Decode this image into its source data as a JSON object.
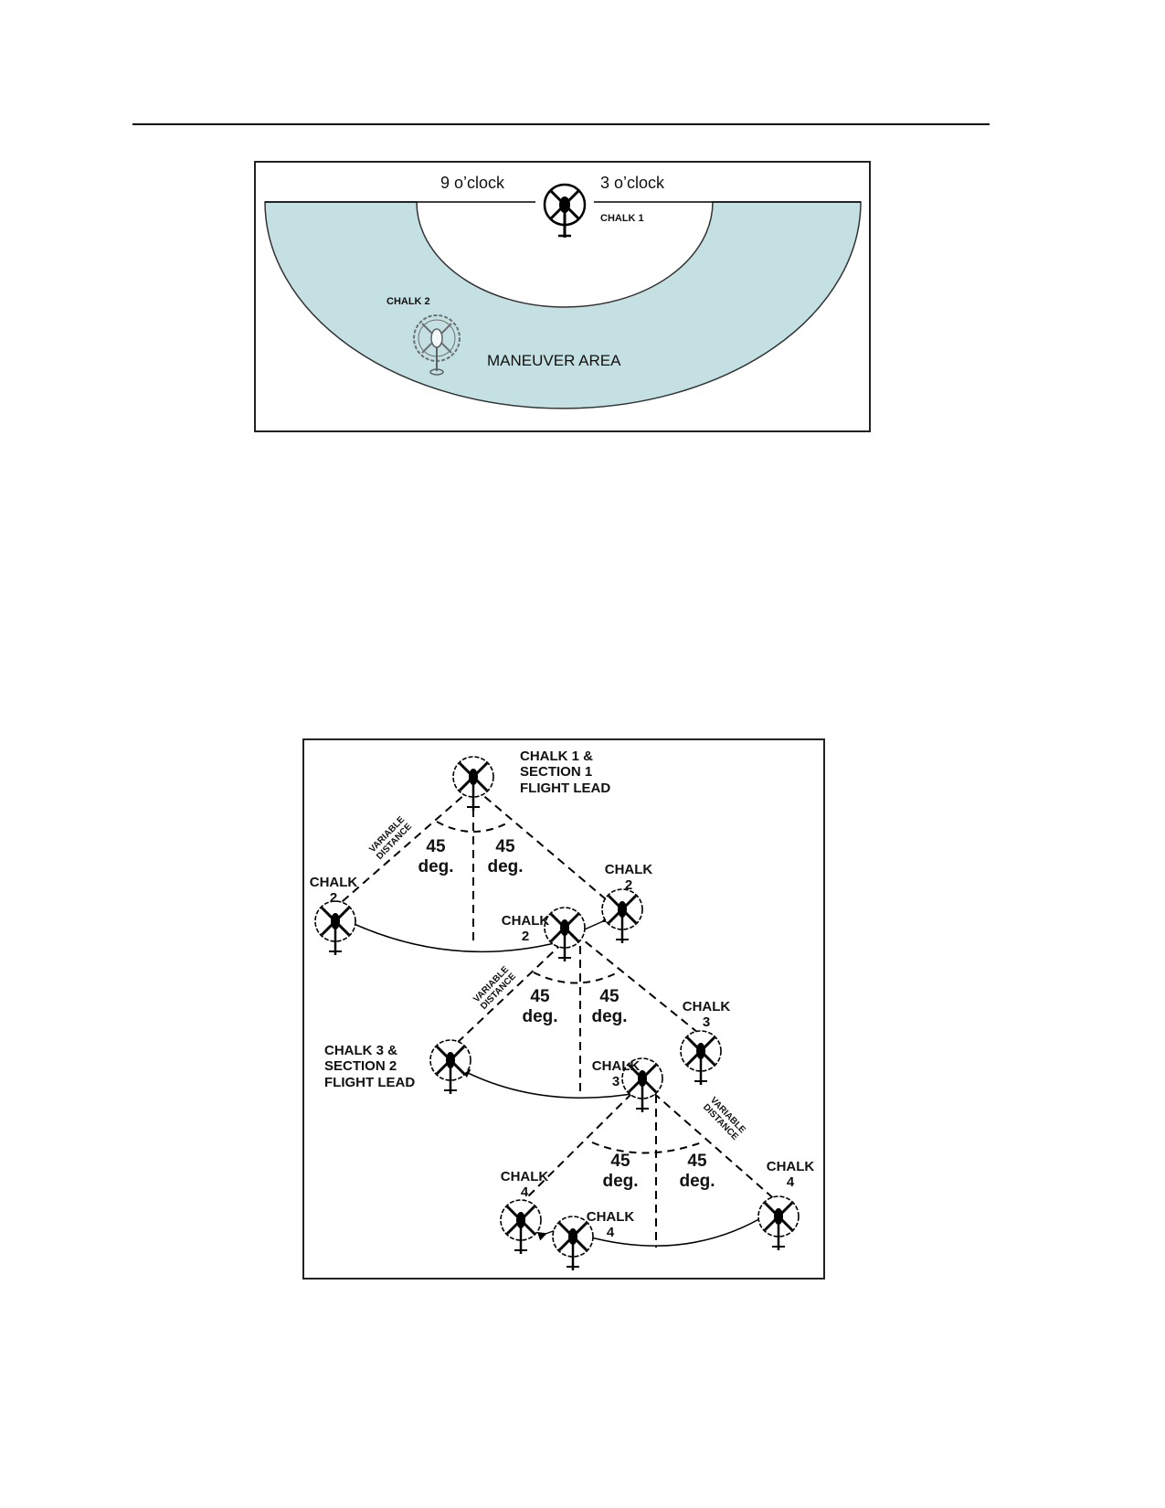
{
  "figure_1": {
    "left_label": "9 o’clock",
    "right_label": "3 o’clock",
    "chalk_1": "CHALK 1",
    "chalk_2": "CHALK 2",
    "area_label": "MANEUVER AREA",
    "area_color": "#c4e0e3"
  },
  "figure_2": {
    "lead_1": "CHALK 1 &\nSECTION 1\nFLIGHT LEAD",
    "lead_2": "CHALK 3 &\nSECTION 2\nFLIGHT LEAD",
    "chalk_2": "CHALK\n2",
    "chalk_3": "CHALK\n3",
    "chalk_4": "CHALK\n4",
    "angle_value": "45",
    "angle_unit": "deg.",
    "variable_distance": "VARIABLE\nDISTANCE"
  }
}
